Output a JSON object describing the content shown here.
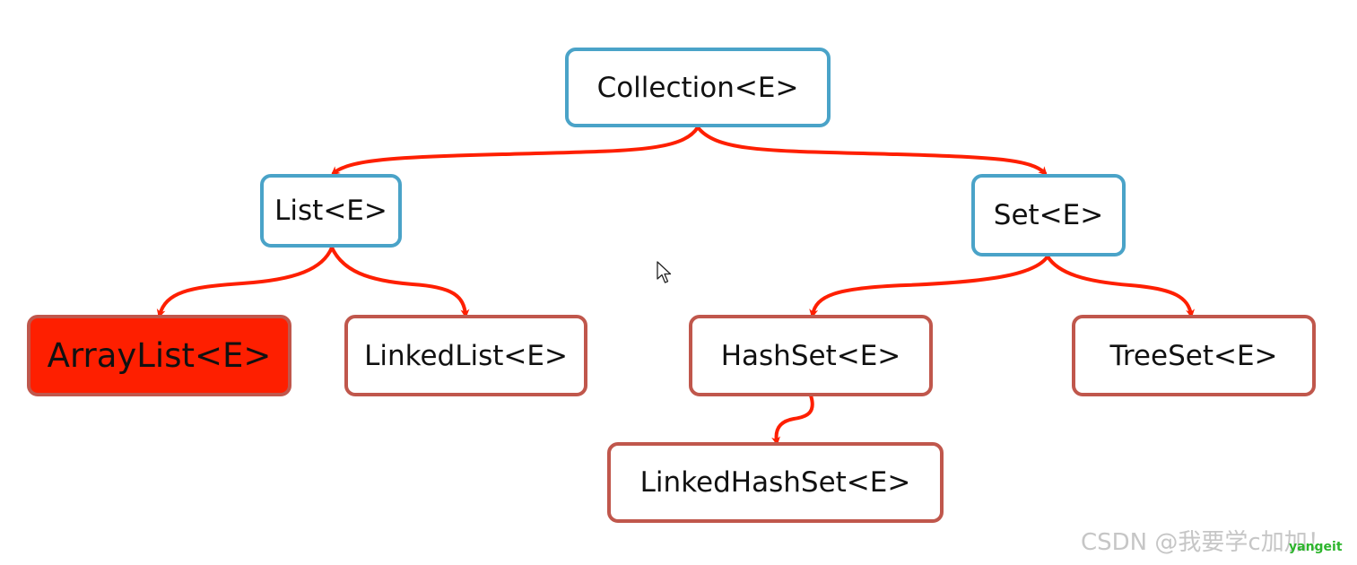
{
  "nodes": {
    "collection": "Collection<E>",
    "list": "List<E>",
    "set": "Set<E>",
    "arraylist": "ArrayList<E>",
    "linkedlist": "LinkedList<E>",
    "hashset": "HashSet<E>",
    "treeset": "TreeSet<E>",
    "linkedhashset": "LinkedHashSet<E>"
  },
  "edges": [
    {
      "from": "Collection<E>",
      "to": "List<E>"
    },
    {
      "from": "Collection<E>",
      "to": "Set<E>"
    },
    {
      "from": "List<E>",
      "to": "ArrayList<E>"
    },
    {
      "from": "List<E>",
      "to": "LinkedList<E>"
    },
    {
      "from": "Set<E>",
      "to": "HashSet<E>"
    },
    {
      "from": "Set<E>",
      "to": "TreeSet<E>"
    },
    {
      "from": "HashSet<E>",
      "to": "LinkedHashSet<E>"
    }
  ],
  "highlighted": "ArrayList<E>",
  "colors": {
    "interface_border": "#4aa3c8",
    "class_border": "#c0574c",
    "arrow": "#fe1f00",
    "highlight_fill": "#fe1f00"
  },
  "watermark": "CSDN @我要学c加加！",
  "badge": "yangeit"
}
